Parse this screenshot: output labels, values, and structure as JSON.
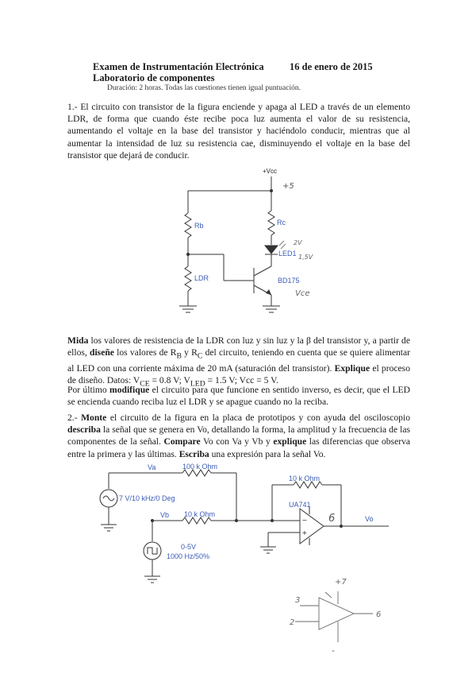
{
  "header": {
    "title": "Examen de Instrumentación Electrónica",
    "date": "16 de enero de 2015",
    "subtitle": "Laboratorio de componentes",
    "duration": "Duración: 2 horas. Todas las cuestiones tienen igual puntuación."
  },
  "q1": {
    "intro": "1.- El circuito con transistor de la figura enciende y apaga al LED a través de un elemento LDR, de forma que cuando éste recibe poca luz aumenta el valor de su resistencia, aumentando el voltaje en la base del transistor y haciéndolo conducir, mientras que al aumentar la intensidad de luz su resistencia cae, disminuyendo el voltaje en la base del transistor que dejará de conducir.",
    "p1_b1": "Mida",
    "p1_t1": " los valores de resistencia de la LDR con luz y sin luz y la β del transistor y, a partir de ellos, ",
    "p1_b2": "diseñe",
    "p1_t2": " los valores de R",
    "p1_sub1": "B",
    "p1_t3": " y R",
    "p1_sub2": "C",
    "p1_t4": " del circuito, teniendo en cuenta que se quiere alimentar al LED con una corriente máxima de 20 mA (saturación del transistor). ",
    "p1_b3": "Explique",
    "p1_t5": " el proceso de diseño. Datos: V",
    "p1_sub3": "CE",
    "p1_t6": " = 0.8 V;  V",
    "p1_sub4": "LED",
    "p1_t7": " = 1.5 V;  Vcc = 5 V.",
    "p2_t1": "Por último ",
    "p2_b1": "modifique",
    "p2_t2": " el circuito para que funcione en sentido inverso, es decir, que el LED se encienda cuando reciba luz el LDR y se apague cuando no la reciba."
  },
  "q2": {
    "t1": "2.- ",
    "b1": "Monte",
    "t2": " el circuito de la figura en la placa de prototipos y con ayuda del osciloscopio ",
    "b2": "describa",
    "t3": " la señal que se genera en Vo, detallando la forma, la amplitud y la frecuencia de las componentes de la señal. ",
    "b3": "Compare",
    "t4": " Vo con Va y Vb y ",
    "b4": "explique",
    "t5": " las diferencias que observa entre la primera y las últimas. ",
    "b5": "Escriba",
    "t6": " una expresión para la señal Vo."
  },
  "circuit1": {
    "vcc": "+Vcc",
    "rb": "Rb",
    "rc": "Rc",
    "led": "LED1",
    "ldr": "LDR",
    "transistor": "BD175",
    "hand_notes": [
      "+5",
      "2V",
      "1,5V",
      "Vce"
    ]
  },
  "circuit2": {
    "va": "Va",
    "vb": "Vb",
    "vo": "Vo",
    "r1": "100 k Ohm",
    "r2": "10 k Ohm",
    "rf": "10 k Ohm",
    "opamp": "UA741",
    "src1": "7 V/10 kHz/0 Deg",
    "src2_v": "0-5V",
    "src2_f": "1000 Hz/50%",
    "pin_out": "6"
  },
  "sketch": {
    "labels": [
      "+7",
      "3",
      "2",
      "6",
      "-"
    ]
  }
}
